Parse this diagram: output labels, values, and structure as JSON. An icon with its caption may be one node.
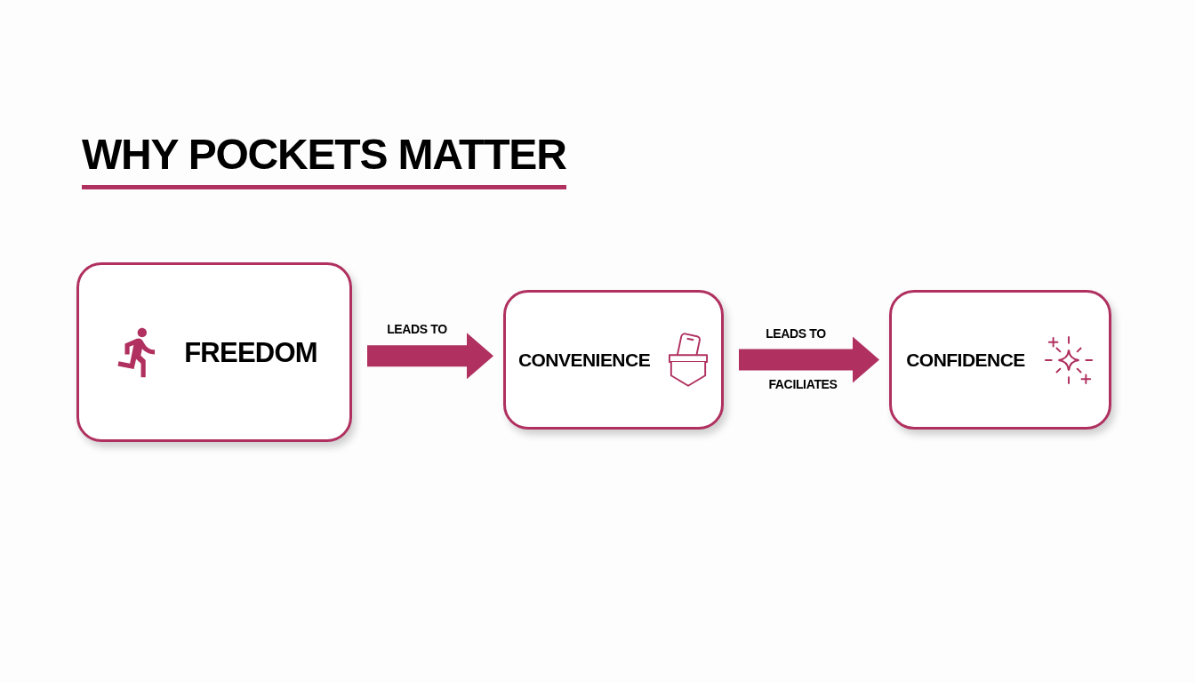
{
  "diagram": {
    "title": "WHY POCKETS MATTER",
    "nodes": [
      {
        "text": [
          "FREEDOM"
        ]
      },
      {
        "text": [
          "CONVENIENCE"
        ]
      },
      {
        "text": [
          "CONFIDENCE"
        ]
      }
    ],
    "edges": [
      {
        "from": 0,
        "to": 1,
        "arrow": "to",
        "label": "LEADS TO"
      },
      {
        "from": 1,
        "to": 2,
        "arrow": "to",
        "label": "LEADS TO"
      }
    ],
    "labels": [
      "FACILIATES"
    ]
  }
}
